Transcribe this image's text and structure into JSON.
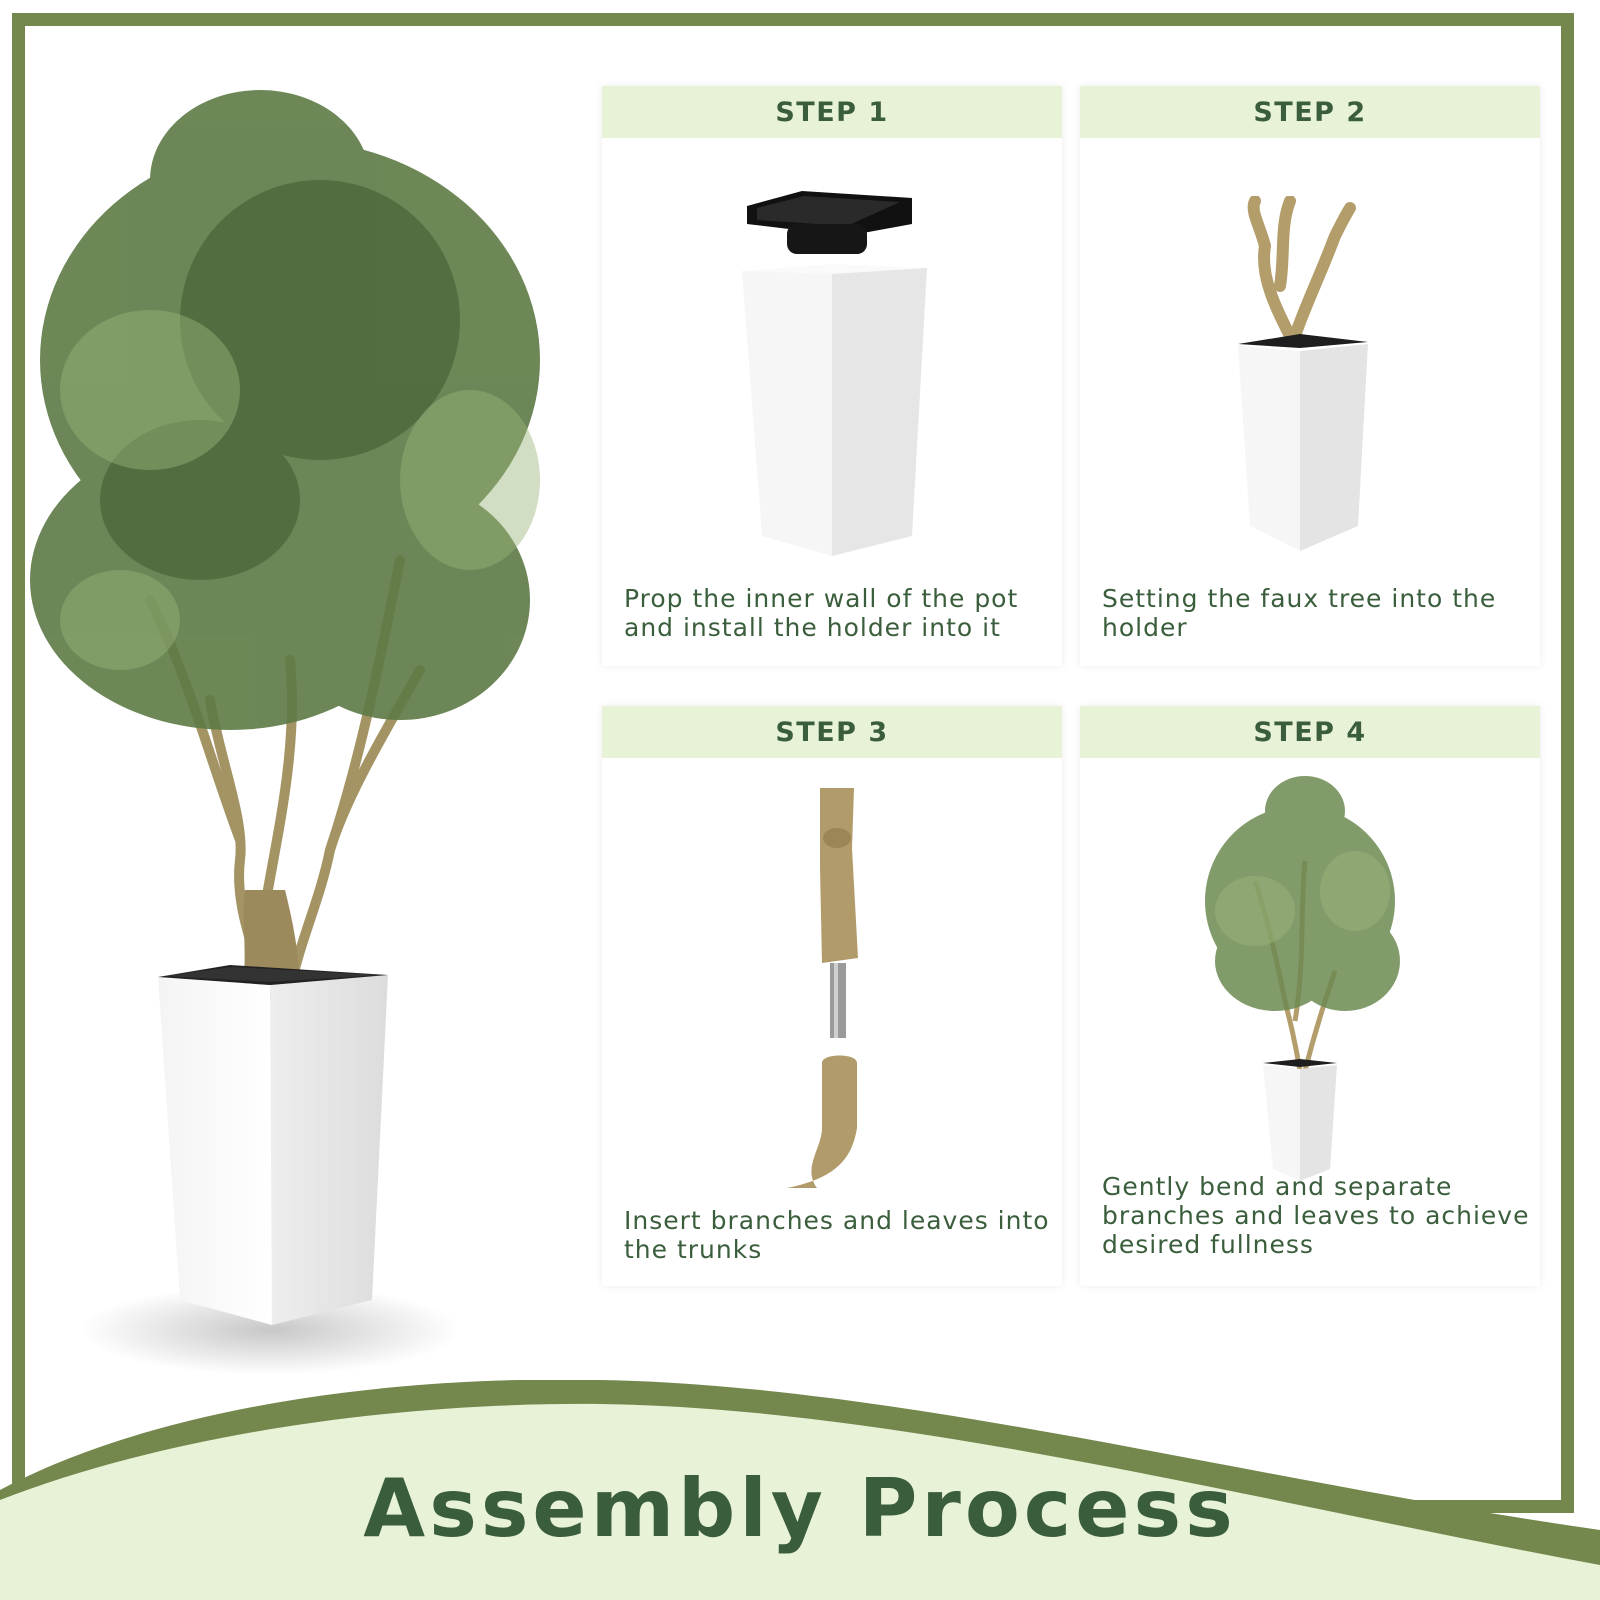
{
  "colors": {
    "frame_green": "#74884e",
    "header_bg": "#e8f2d6",
    "text_green": "#3a5e3c",
    "bottom_bg": "#e8f2d6"
  },
  "hero": {
    "image": "potted-faux-olive-tree"
  },
  "steps": [
    {
      "label": "STEP 1",
      "text_lines": [
        "Prop the inner wall of the pot",
        "and install the holder into it"
      ],
      "image": "pot-and-black-holder"
    },
    {
      "label": "STEP 2",
      "text_lines": [
        "Setting the faux tree into the",
        "holder"
      ],
      "image": "trunk-in-pot"
    },
    {
      "label": "STEP 3",
      "text_lines": [
        "Insert branches and leaves into",
        "the trunks"
      ],
      "image": "branch-insert-into-trunk"
    },
    {
      "label": "STEP 4",
      "text_lines": [
        "Gently bend and separate",
        "branches and leaves to achieve",
        "desired fullness"
      ],
      "image": "finished-olive-tree"
    }
  ],
  "footer": {
    "title": "Assembly Process"
  }
}
